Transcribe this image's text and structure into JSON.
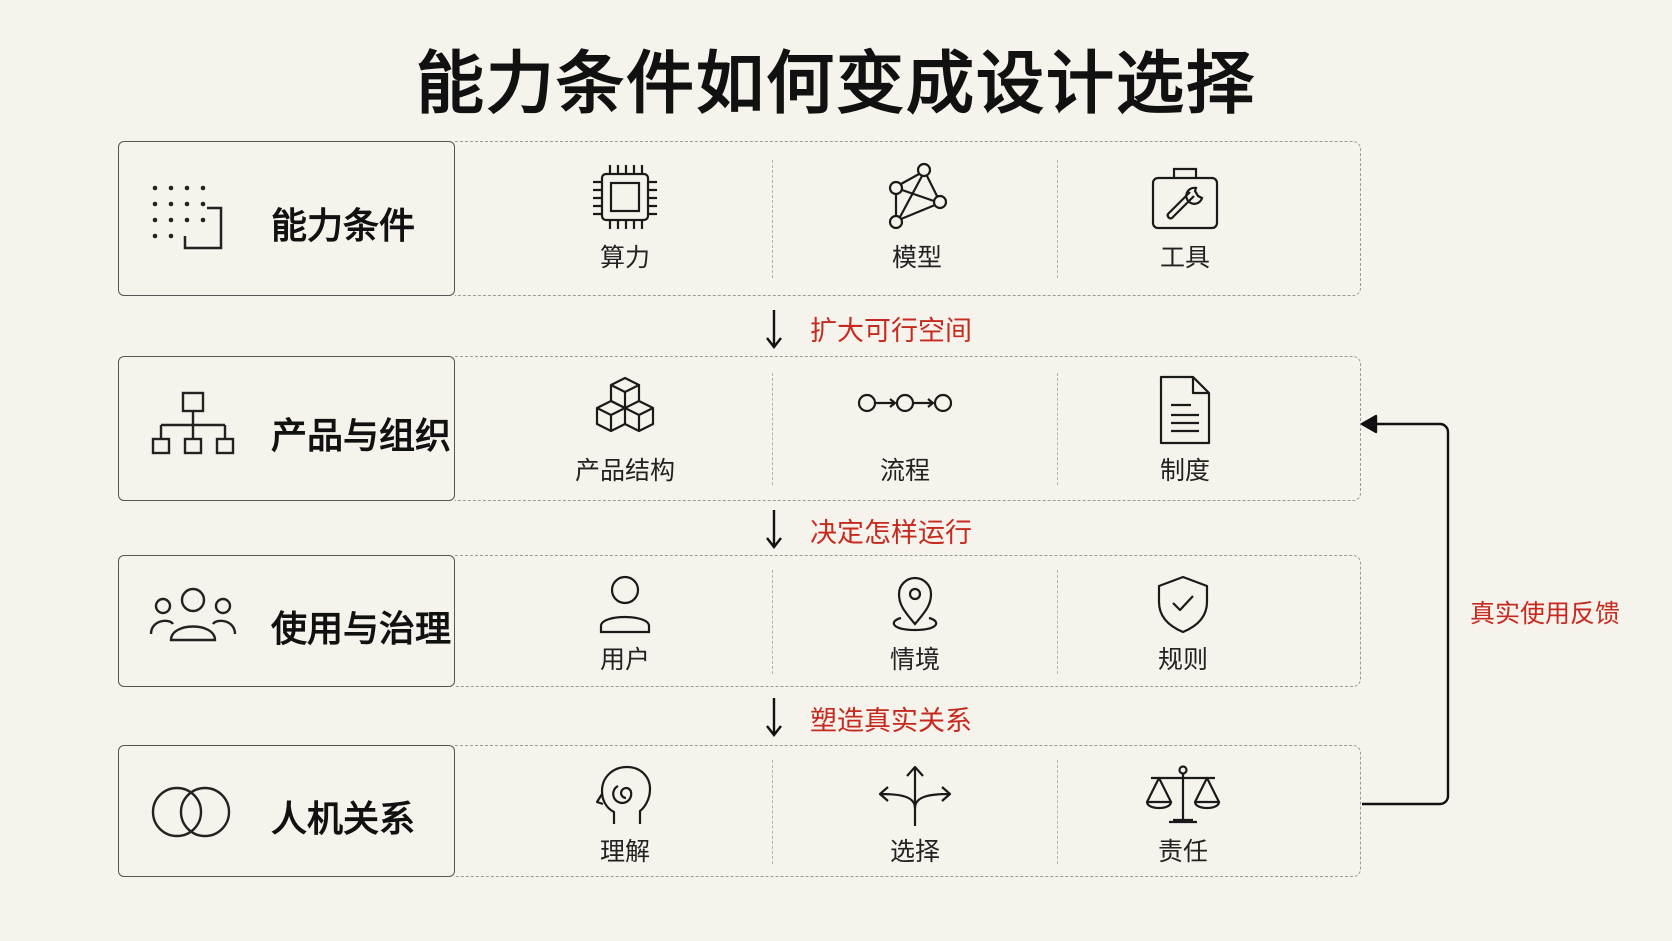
{
  "title": "能力条件如何变成设计选择",
  "layers": [
    {
      "label": "能力条件",
      "label_icon": "dot-grid-icon",
      "items": [
        {
          "label": "算力",
          "icon": "chip-icon"
        },
        {
          "label": "模型",
          "icon": "network-graph-icon"
        },
        {
          "label": "工具",
          "icon": "toolbox-wrench-icon"
        }
      ]
    },
    {
      "label": "产品与组织",
      "label_icon": "org-chart-icon",
      "items": [
        {
          "label": "产品结构",
          "icon": "cubes-icon"
        },
        {
          "label": "流程",
          "icon": "flow-nodes-icon"
        },
        {
          "label": "制度",
          "icon": "document-icon"
        }
      ]
    },
    {
      "label": "使用与治理",
      "label_icon": "people-group-icon",
      "items": [
        {
          "label": "用户",
          "icon": "user-icon"
        },
        {
          "label": "情境",
          "icon": "map-pin-icon"
        },
        {
          "label": "规则",
          "icon": "shield-check-icon"
        }
      ]
    },
    {
      "label": "人机关系",
      "label_icon": "overlapping-circles-icon",
      "items": [
        {
          "label": "理解",
          "icon": "head-mind-icon"
        },
        {
          "label": "选择",
          "icon": "branching-arrows-icon"
        },
        {
          "label": "责任",
          "icon": "scales-icon"
        }
      ]
    }
  ],
  "transitions": [
    "扩大可行空间",
    "决定怎样运行",
    "塑造真实关系"
  ],
  "feedback_label": "真实使用反馈",
  "colors": {
    "background": "#f6f3ec",
    "accent_red": "#c62a1f",
    "ink": "#1a1a1a"
  }
}
